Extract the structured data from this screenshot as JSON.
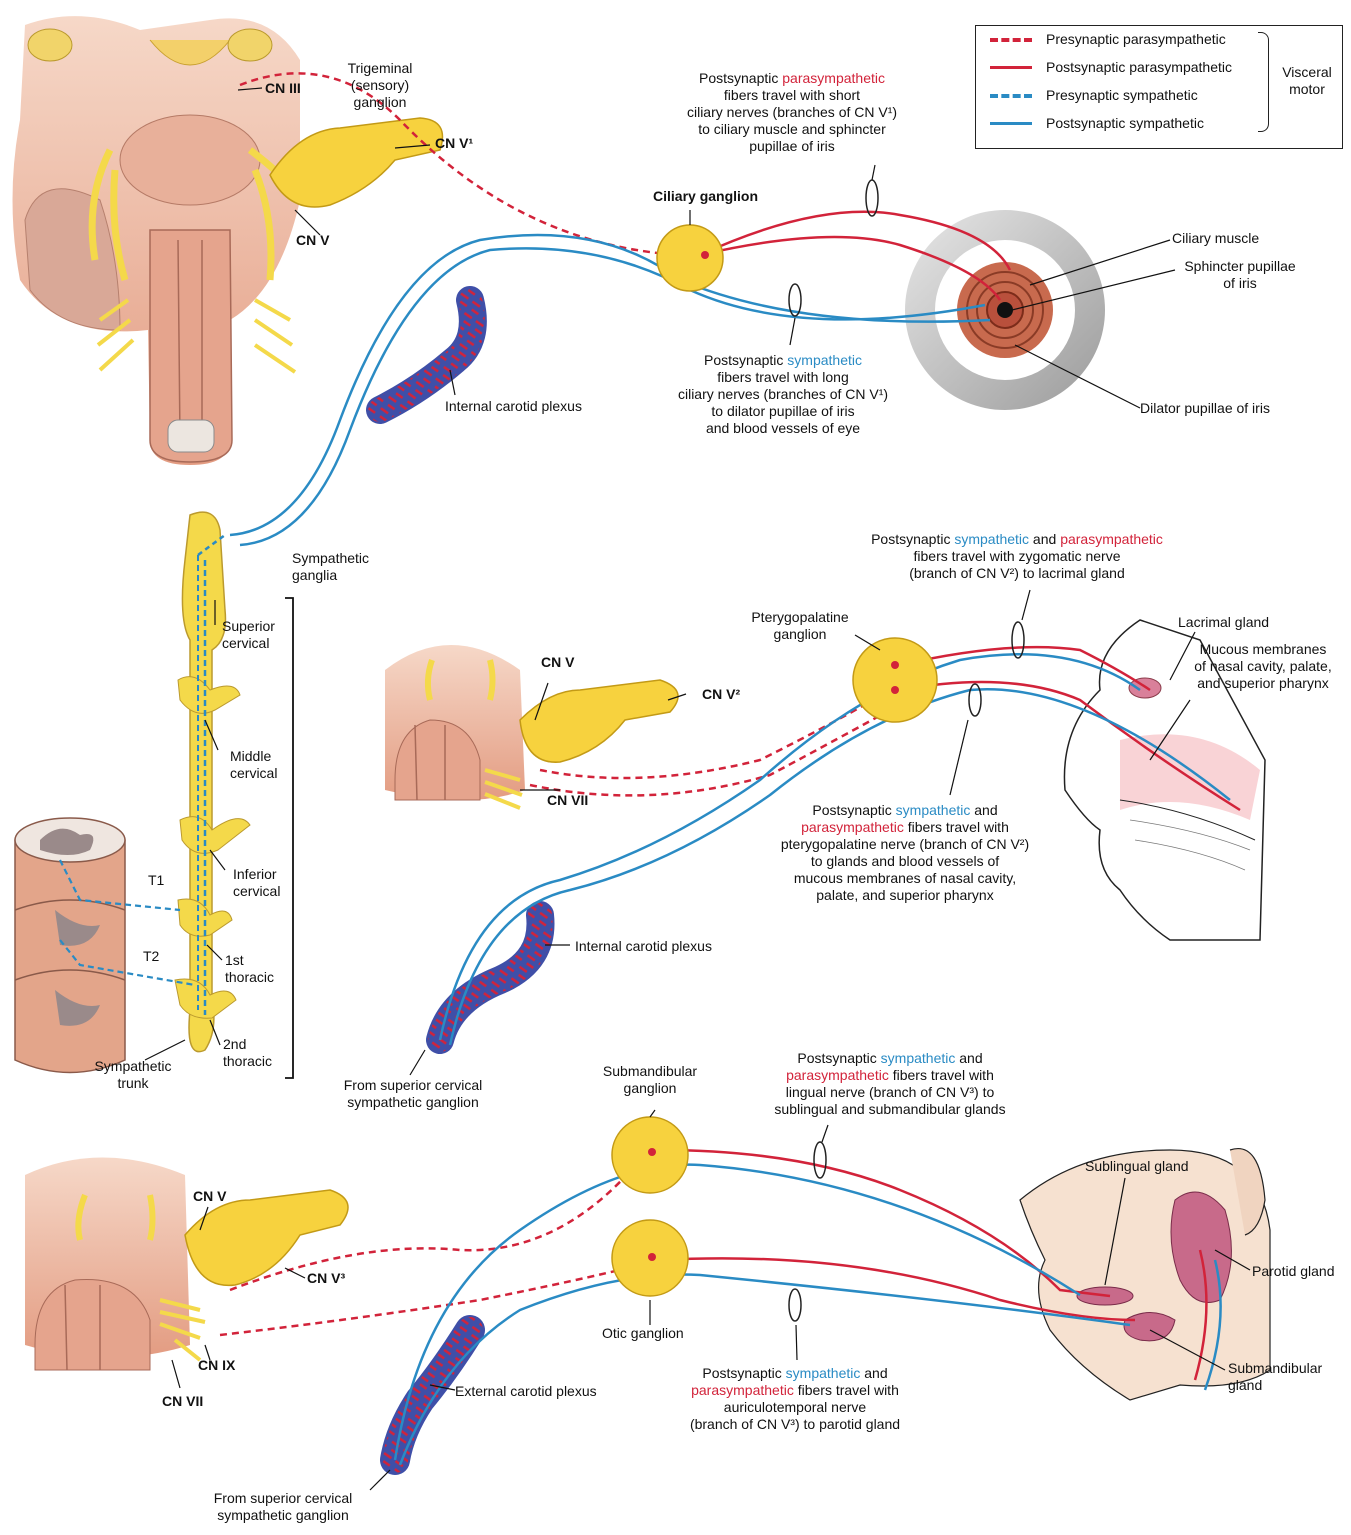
{
  "legend": {
    "items": [
      {
        "label": "Presynaptic parasympathetic",
        "style": "dashed",
        "color": "#d2233a"
      },
      {
        "label": "Postsynaptic parasympathetic",
        "style": "solid",
        "color": "#d2233a"
      },
      {
        "label": "Presynaptic sympathetic",
        "style": "dashed",
        "color": "#2a8bc4"
      },
      {
        "label": "Postsynaptic sympathetic",
        "style": "solid",
        "color": "#2a8bc4"
      }
    ],
    "group_label_1": "Visceral",
    "group_label_2": "motor"
  },
  "colors": {
    "parasympathetic": "#d2233a",
    "sympathetic": "#2a8bc4",
    "ganglion": "#f7d23e",
    "nerve": "#f4d94a",
    "tissue": "#e8a58c",
    "iris": "#b9503c"
  },
  "top": {
    "cn3": "CN III",
    "trigeminal": [
      "Trigeminal",
      "(sensory)",
      "ganglion"
    ],
    "cn_v1": "CN V¹",
    "cn_v": "CN V",
    "ciliary_ganglion": "Ciliary ganglion",
    "para_caption": {
      "pre": "Postsynaptic ",
      "hl": "parasympathetic",
      "lines": [
        "fibers travel with short",
        "ciliary nerves (branches of CN V¹)",
        "to ciliary muscle and sphincter",
        "pupillae of iris"
      ]
    },
    "symp_caption": {
      "pre": "Postsynaptic ",
      "hl": "sympathetic",
      "lines": [
        "fibers travel with long",
        "ciliary nerves (branches of CN V¹)",
        "to dilator pupillae of iris",
        "and blood vessels of eye"
      ]
    },
    "internal_carotid": "Internal carotid plexus",
    "ciliary_muscle": "Ciliary muscle",
    "sphincter": [
      "Sphincter pupillae",
      "of iris"
    ],
    "dilator": "Dilator pupillae of iris"
  },
  "trunk": {
    "sympathetic_ganglia": [
      "Sympathetic",
      "ganglia"
    ],
    "superior": [
      "Superior",
      "cervical"
    ],
    "middle": [
      "Middle",
      "cervical"
    ],
    "inferior": [
      "Inferior",
      "cervical"
    ],
    "first": [
      "1st",
      "thoracic"
    ],
    "second": [
      "2nd",
      "thoracic"
    ],
    "trunk_label": [
      "Sympathetic",
      "trunk"
    ],
    "t1": "T1",
    "t2": "T2"
  },
  "middle": {
    "cn_v": "CN V",
    "cn_v2": "CN V²",
    "cn_vii": "CN VII",
    "ptery": [
      "Pterygopalatine",
      "ganglion"
    ],
    "top_caption": {
      "pre": "Postsynaptic ",
      "hl1": "sympathetic",
      "mid": " and ",
      "hl2": "parasympathetic",
      "lines": [
        "fibers travel with zygomatic nerve",
        "(branch of CN V²) to lacrimal gland"
      ]
    },
    "bottom_caption": {
      "pre": "Postsynaptic ",
      "hl1": "sympathetic",
      "post": " and",
      "hl2": "parasympathetic",
      "post2": " fibers travel with",
      "lines": [
        "pterygopalatine nerve (branch of CN V²)",
        "to glands and blood vessels of",
        "mucous membranes of nasal cavity,",
        "palate, and superior pharynx"
      ]
    },
    "internal_carotid": "Internal carotid plexus",
    "from_superior": [
      "From superior cervical",
      "sympathetic ganglion"
    ],
    "lacrimal": "Lacrimal gland",
    "mucous": [
      "Mucous membranes",
      "of nasal cavity, palate,",
      "and superior pharynx"
    ]
  },
  "bottom": {
    "submandibular_ganglion": [
      "Submandibular",
      "ganglion"
    ],
    "otic": "Otic ganglion",
    "cn_v": "CN V",
    "cn_v3": "CN V³",
    "cn_ix": "CN IX",
    "cn_vii": "CN VII",
    "external_carotid": "External carotid plexus",
    "from_superior": [
      "From superior cervical",
      "sympathetic ganglion"
    ],
    "lingual_caption": {
      "pre": "Postsynaptic ",
      "hl1": "sympathetic",
      "post": " and",
      "hl2": "parasympathetic",
      "post2": " fibers travel with",
      "lines": [
        "lingual nerve (branch of CN V³) to",
        "sublingual and submandibular glands"
      ]
    },
    "auriculo_caption": {
      "pre": "Postsynaptic ",
      "hl1": "sympathetic",
      "post": " and",
      "hl2": "parasympathetic",
      "post2": " fibers travel with",
      "lines": [
        "auriculotemporal nerve",
        "(branch of CN V³) to parotid gland"
      ]
    },
    "sublingual": "Sublingual gland",
    "parotid": "Parotid gland",
    "submandibular_gland": [
      "Submandibular",
      "gland"
    ]
  }
}
